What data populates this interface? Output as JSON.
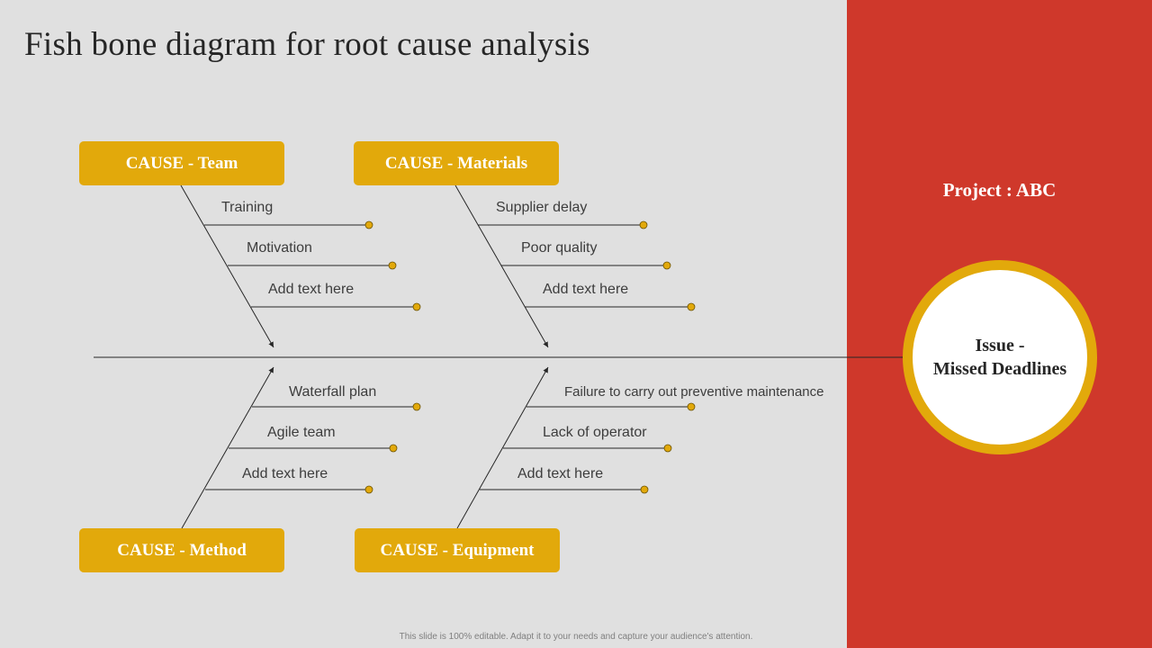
{
  "title": "Fish bone diagram for root cause analysis",
  "project_label": "Project : ABC",
  "issue": {
    "line1": "Issue -",
    "line2": "Missed Deadlines"
  },
  "causes": {
    "team": {
      "label": "CAUSE - Team",
      "items": [
        "Training",
        "Motivation",
        "Add text here"
      ]
    },
    "materials": {
      "label": "CAUSE - Materials",
      "items": [
        "Supplier delay",
        "Poor quality",
        "Add text here"
      ]
    },
    "method": {
      "label": "CAUSE - Method",
      "items": [
        "Waterfall plan",
        "Agile team",
        "Add text here"
      ]
    },
    "equipment": {
      "label": "CAUSE - Equipment",
      "items": [
        "Failure to carry out preventive maintenance",
        "Lack of operator",
        "Add text here"
      ]
    }
  },
  "footer": "This slide is 100% editable. Adapt it to your needs and capture your audience's attention.",
  "colors": {
    "accent": "#e2a90b",
    "panel": "#cf382b",
    "background": "#e0e0e0",
    "line": "#262626"
  }
}
